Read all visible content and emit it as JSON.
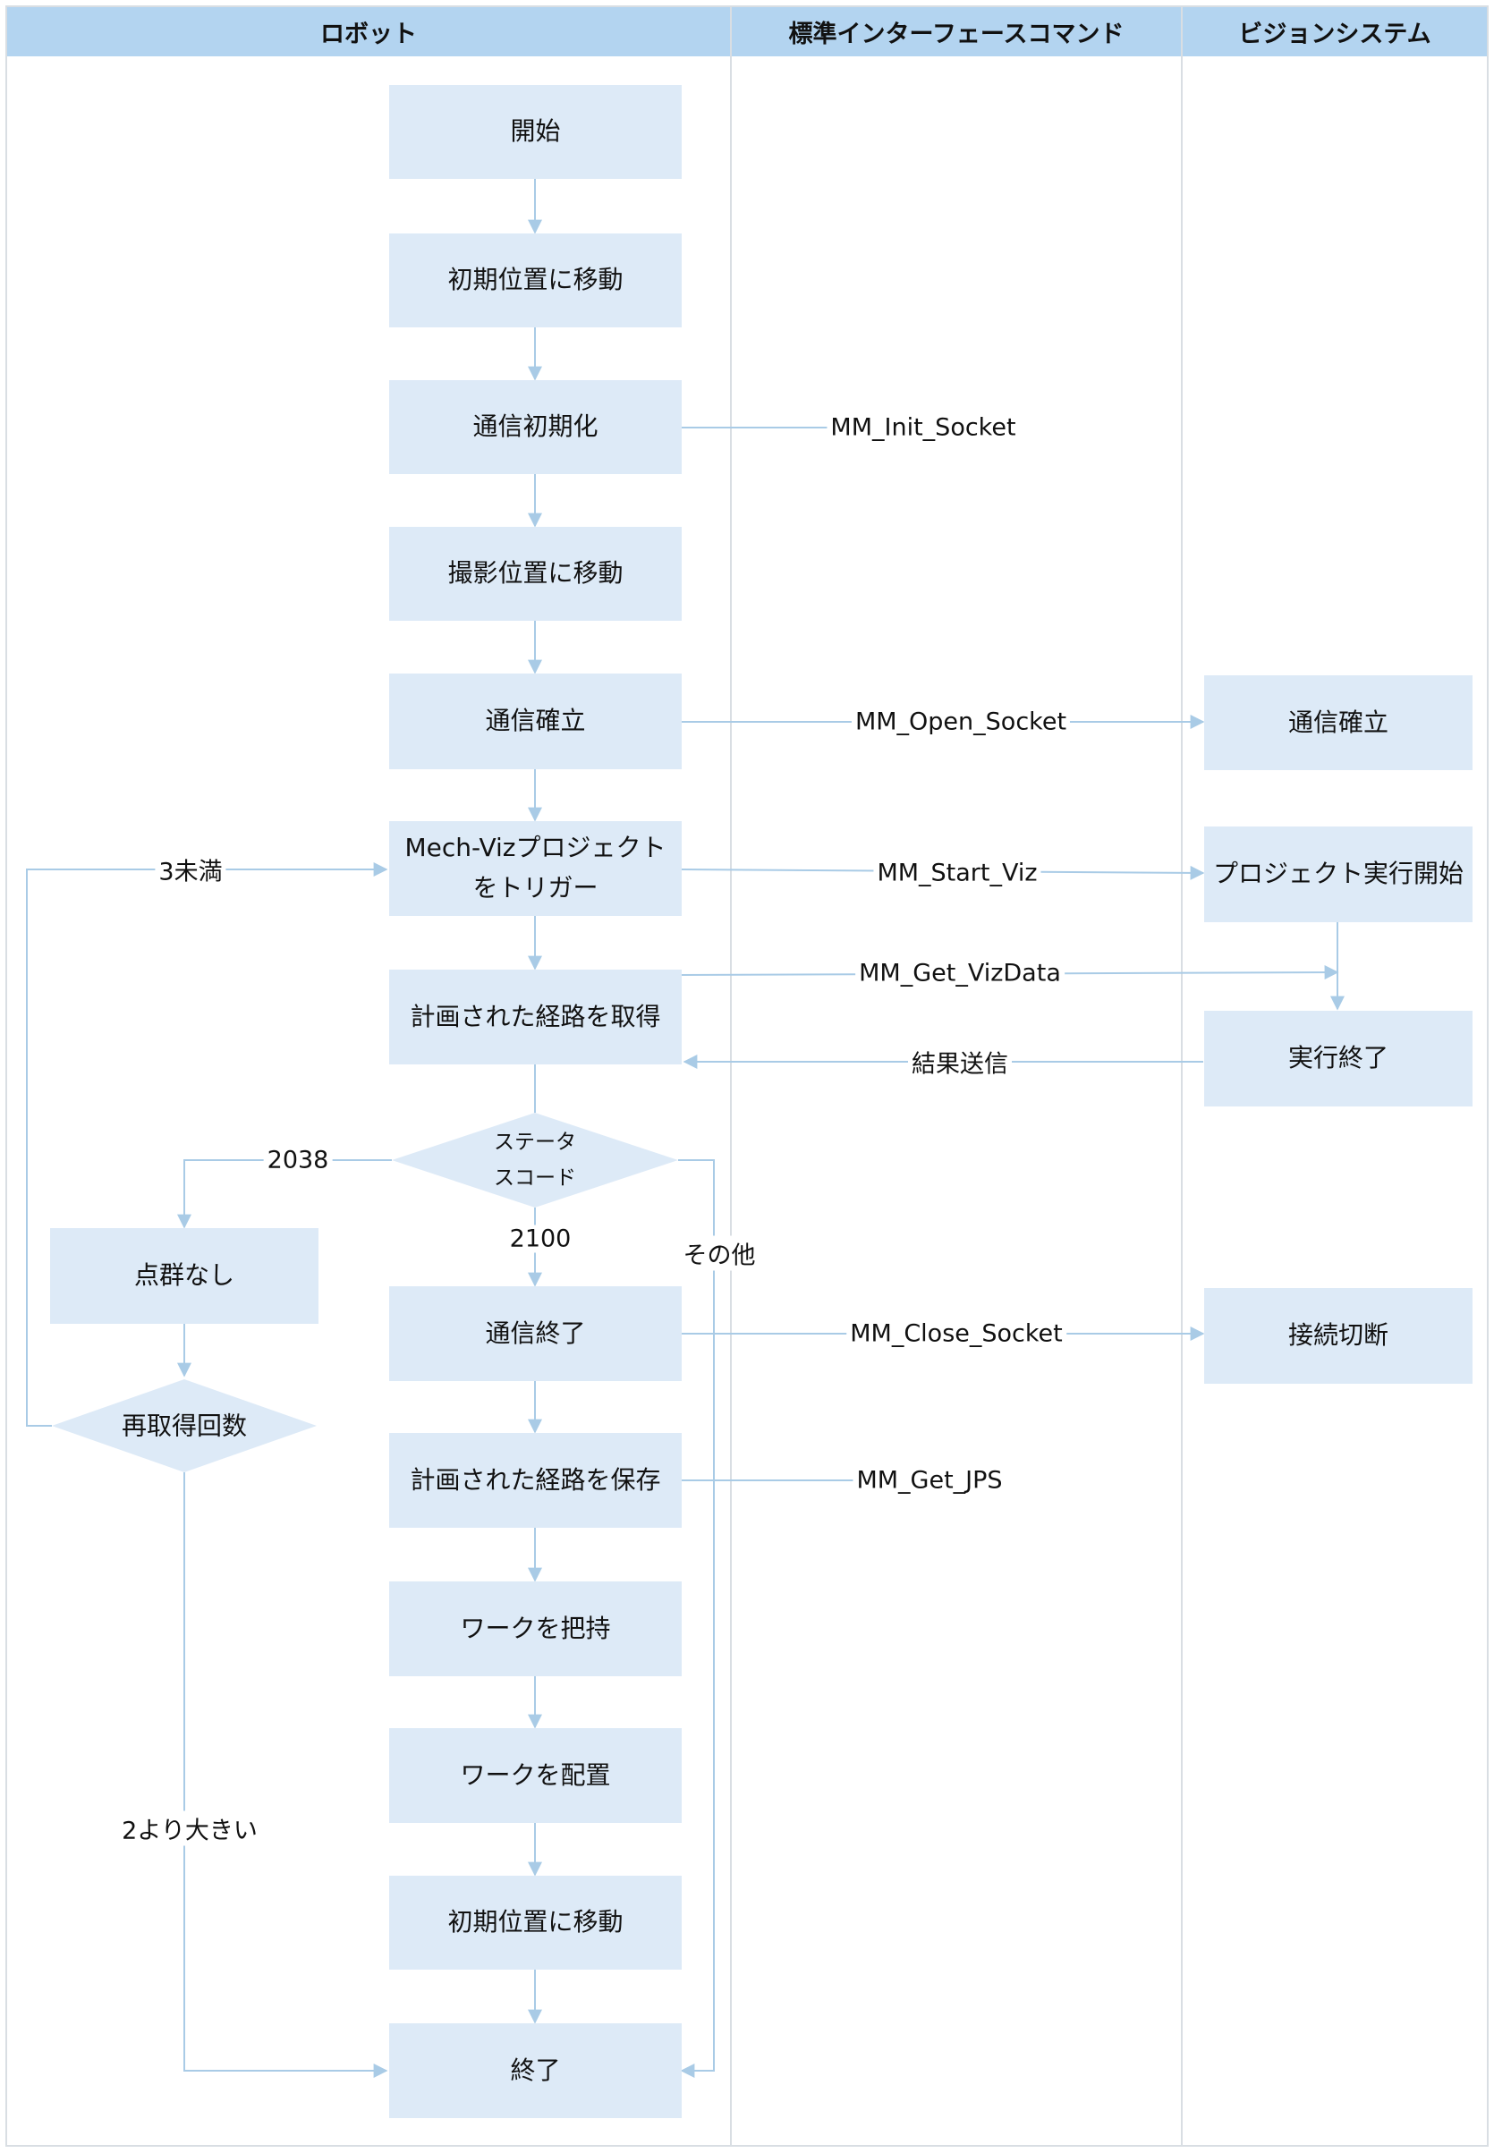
{
  "lanes": {
    "robot": "ロボット",
    "interface": "標準インターフェースコマンド",
    "vision": "ビジョンシステム"
  },
  "robot_steps": {
    "start": "開始",
    "move_initial_1": "初期位置に移動",
    "init_comm": "通信初期化",
    "move_capture": "撮影位置に移動",
    "establish_comm": "通信確立",
    "trigger_project": "Mech-Vizプロジェクト\nをトリガー",
    "get_path": "計画された経路を取得",
    "status_code": "ステータ\nスコード",
    "no_point_cloud": "点群なし",
    "retry_count": "再取得回数",
    "close_comm": "通信終了",
    "save_path": "計画された経路を保存",
    "pick": "ワークを把持",
    "place": "ワークを配置",
    "move_initial_2": "初期位置に移動",
    "end": "終了"
  },
  "vision_steps": {
    "establish_comm": "通信確立",
    "start_project": "プロジェクト実行開始",
    "finish": "実行終了",
    "disconnect": "接続切断"
  },
  "commands": {
    "init_socket": "MM_Init_Socket",
    "open_socket": "MM_Open_Socket",
    "start_viz": "MM_Start_Viz",
    "get_vizdata": "MM_Get_VizData",
    "send_result": "結果送信",
    "close_socket": "MM_Close_Socket",
    "get_jps": "MM_Get_JPS"
  },
  "branch_labels": {
    "code_2038": "2038",
    "code_2100": "2100",
    "other": "その他",
    "less_than_3": "3未満",
    "greater_than_2": "2より大きい"
  },
  "colors": {
    "header": "#b3d4f0",
    "box": "#ddeaf7",
    "line": "#a9cbe6"
  }
}
